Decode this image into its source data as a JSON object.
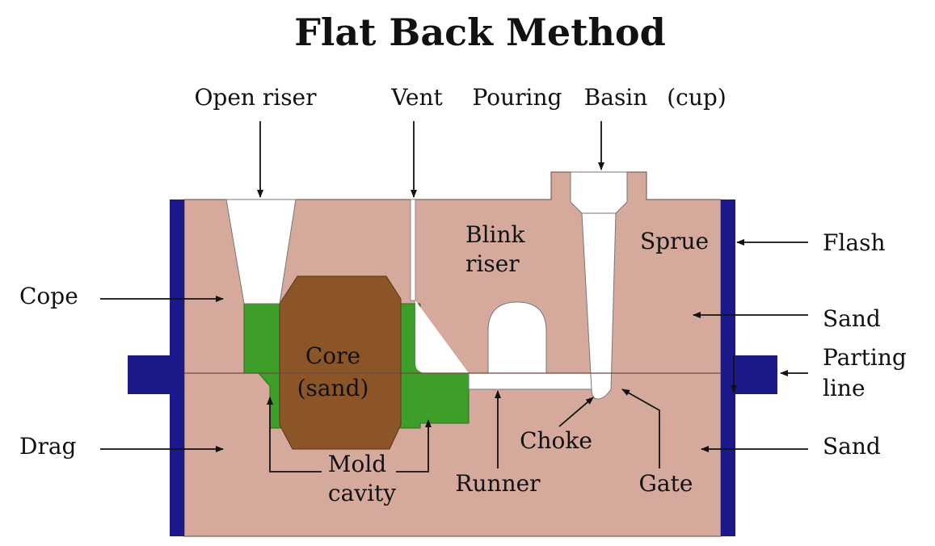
{
  "title": "Flat Back Method",
  "labels": {
    "open_riser": "Open riser",
    "vent": "Vent",
    "pouring": "Pouring",
    "basin": "Basin",
    "cup": "(cup)",
    "blink_riser_1": "Blink",
    "blink_riser_2": "riser",
    "sprue": "Sprue",
    "flash": "Flash",
    "cope": "Cope",
    "sand_top": "Sand",
    "parting_line_1": "Parting",
    "parting_line_2": "line",
    "core_1": "Core",
    "core_2": "(sand)",
    "drag": "Drag",
    "sand_bottom": "Sand",
    "choke": "Choke",
    "mold_cavity_1": "Mold",
    "mold_cavity_2": "cavity",
    "runner": "Runner",
    "gate": "Gate"
  },
  "colors": {
    "sand": "#d5a99c",
    "flask": "#1c1a8a",
    "core": "#8b5528",
    "cavity": "#3e9e2a",
    "void": "#ffffff",
    "outline": "#333333"
  }
}
